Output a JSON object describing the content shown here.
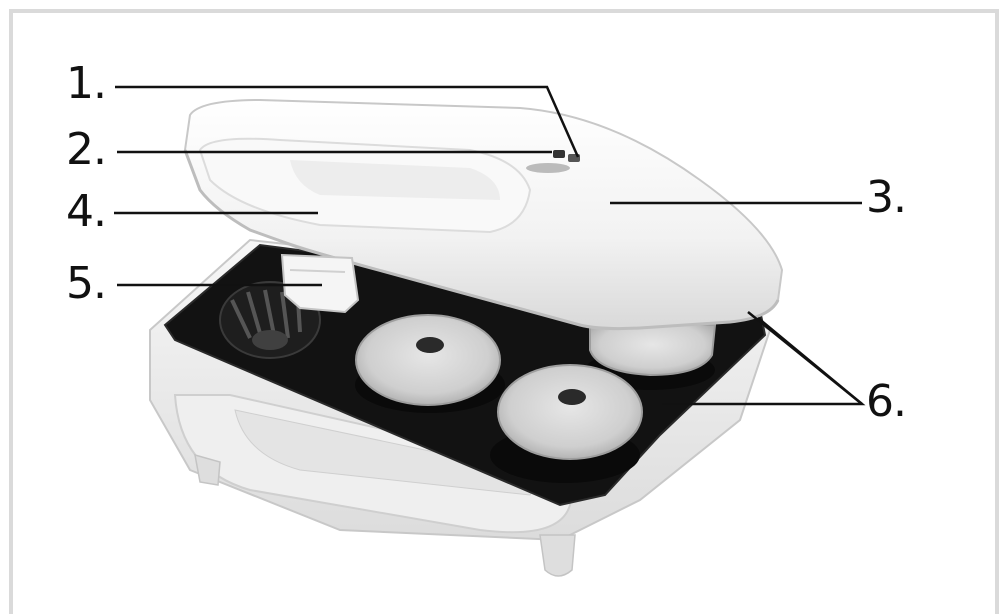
{
  "callouts": [
    {
      "id": "1",
      "text": "1."
    },
    {
      "id": "2",
      "text": "2."
    },
    {
      "id": "3",
      "text": "3."
    },
    {
      "id": "4",
      "text": "4."
    },
    {
      "id": "5",
      "text": "5."
    },
    {
      "id": "6",
      "text": "6."
    }
  ],
  "colors": {
    "frame": "#dadada",
    "appliance_body": "#f4f4f4",
    "appliance_shadow": "#d2d2d2",
    "cooking_plate": "#121212",
    "donut": "#d8d8d8",
    "leader_line": "#111111"
  }
}
